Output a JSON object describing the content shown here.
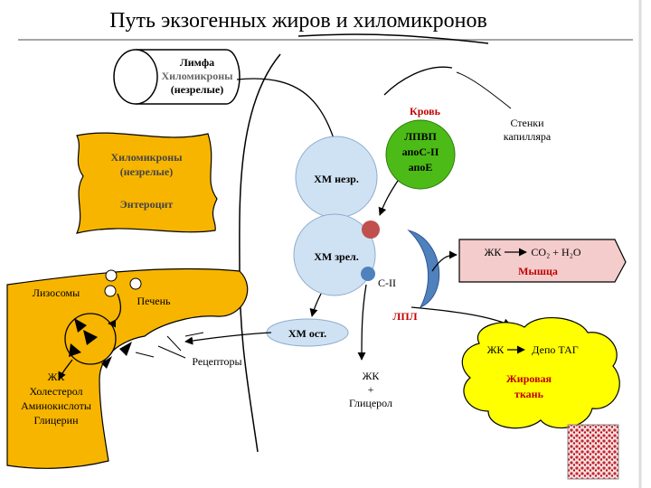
{
  "title": "Путь экзогенных жиров и хиломикронов",
  "lymph": {
    "line1": "Лимфа",
    "line2": "Хиломикроны",
    "line3": "(незрелые)"
  },
  "blood_label": "Кровь",
  "capillary_wall": {
    "line1": "Стенки",
    "line2": "капилляра"
  },
  "enterocyte": {
    "line1": "Хиломикроны",
    "line2": "(незрелые)",
    "name": "Энтероцит"
  },
  "hdl": {
    "line1": "ЛПВП",
    "line2": "апоС-II",
    "line3": "апоЕ"
  },
  "xm_immature": "ХМ незр.",
  "xm_mature": "ХМ зрел.",
  "apo_c2": "C-II",
  "lpl": "ЛПЛ",
  "muscle": {
    "reaction_left": "ЖК",
    "reaction_right": "CO₂ + H₂O",
    "name": "Мышца"
  },
  "xm_remnant": "ХМ ост.",
  "liver": {
    "lysosomes": "Лизосомы",
    "name": "Печень",
    "products": [
      "ЖК",
      "Холестерол",
      "Аминокислоты",
      "Глицерин"
    ]
  },
  "receptors": "Рецепторы",
  "products_center": [
    "ЖК",
    "+",
    "Глицерол"
  ],
  "adipose": {
    "reaction_left": "ЖК",
    "reaction_right": "Депо ТАГ",
    "name1": "Жировая",
    "name2": "ткань"
  },
  "colors": {
    "tissue_orange": "#f7b500",
    "adipose_yellow": "#ffff00",
    "particle_blue": "#cfe2f3",
    "hdl_green": "#4cbb17",
    "lpl_blue": "#4f81bd",
    "muscle_pink": "#f4cccc",
    "accent_red": "#c00000",
    "apoE_red": "#c0504d",
    "apoC_blue": "#4f81bd"
  }
}
